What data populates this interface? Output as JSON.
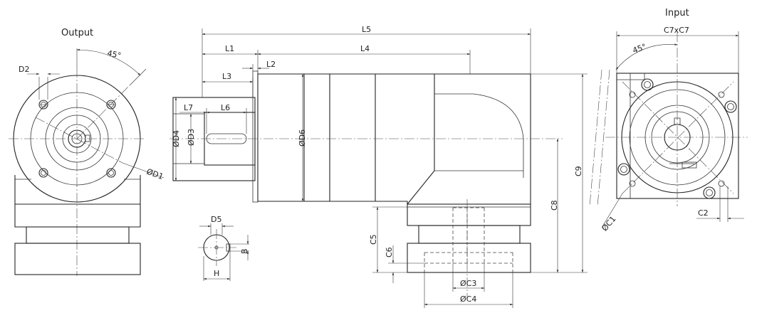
{
  "views": {
    "output_title": "Output",
    "input_title": "Input"
  },
  "dimensions": {
    "angle_output": "45°",
    "angle_input": "45°",
    "D1": "ØD1",
    "D2": "D2",
    "D3": "ØD3",
    "D4": "ØD4",
    "D5": "D5",
    "D6": "ØD6",
    "B": "B",
    "H": "H",
    "L1": "L1",
    "L2": "L2",
    "L3": "L3",
    "L4": "L4",
    "L5": "L5",
    "L6": "L6",
    "L7": "L7",
    "C1": "ØC1",
    "C2": "C2",
    "C3": "ØC3",
    "C4": "ØC4",
    "C5": "C5",
    "C6": "C6",
    "C7xC7": "C7xC7",
    "C8": "C8",
    "C9": "C9"
  }
}
